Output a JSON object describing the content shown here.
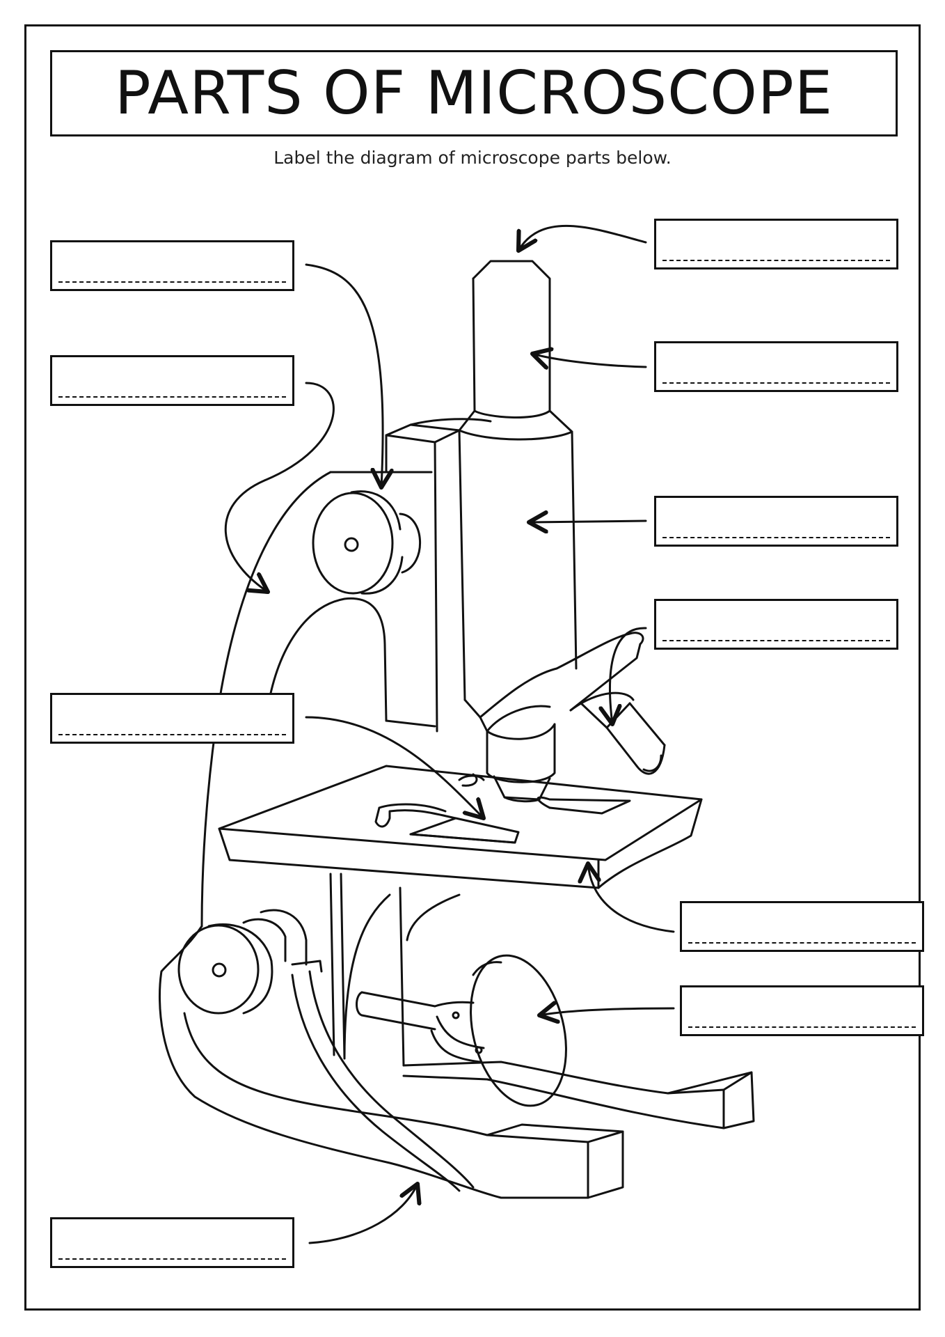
{
  "worksheet": {
    "title": "PARTS OF MICROSCOPE",
    "instructions": "Label the diagram of microscope parts below."
  },
  "label_boxes": [
    {
      "id": "left-1",
      "text": ""
    },
    {
      "id": "left-2",
      "text": ""
    },
    {
      "id": "left-3",
      "text": ""
    },
    {
      "id": "left-4",
      "text": ""
    },
    {
      "id": "right-1",
      "text": ""
    },
    {
      "id": "right-2",
      "text": ""
    },
    {
      "id": "right-3",
      "text": ""
    },
    {
      "id": "right-4",
      "text": ""
    },
    {
      "id": "right-5",
      "text": ""
    },
    {
      "id": "right-6",
      "text": ""
    }
  ]
}
